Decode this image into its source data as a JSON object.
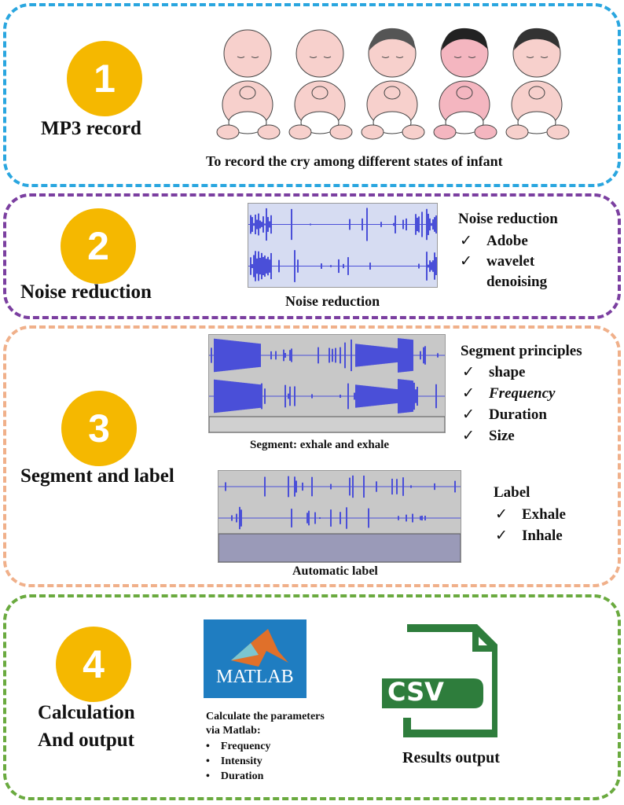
{
  "colors": {
    "step1": "#2aa6df",
    "step2": "#7b3fa0",
    "step3": "#f0b08a",
    "step4": "#6aaa3f",
    "circle": "#f5b800",
    "wave": "#4a4fd8",
    "matlab_bg": "#1f7dc1",
    "csv": "#2e7d3c"
  },
  "step1": {
    "number": "1",
    "title": "MP3 record",
    "caption": "To record the cry among different states of infant"
  },
  "step2": {
    "number": "2",
    "title": "Noise reduction",
    "image_caption": "Noise reduction",
    "list_title": "Noise reduction",
    "items": [
      "Adobe",
      "wavelet denoising"
    ]
  },
  "step3": {
    "number": "3",
    "title": "Segment and label",
    "segment_caption": "Segment: exhale and exhale",
    "principles_title": "Segment principles",
    "principles": [
      "shape",
      "Frequency",
      "Duration",
      "Size"
    ],
    "auto_caption": "Automatic label",
    "label_title": "Label",
    "labels": [
      "Exhale",
      "Inhale"
    ]
  },
  "step4": {
    "number": "4",
    "title_line1": "Calculation",
    "title_line2": "And output",
    "matlab_logo": "MATLAB",
    "calc_line1": "Calculate the parameters",
    "calc_line2": "via Matlab:",
    "params": [
      "Frequency",
      "Intensity",
      "Duration"
    ],
    "csv_icon": "CSV",
    "output_caption": "Results output"
  }
}
